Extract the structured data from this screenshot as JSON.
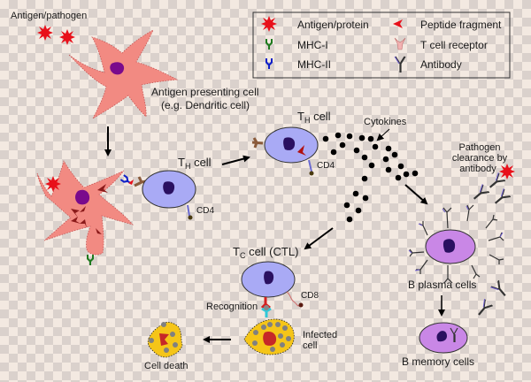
{
  "title": "Immune response overview",
  "legend": {
    "items": [
      {
        "icon": "antigen-protein-icon",
        "label": "Antigen/protein"
      },
      {
        "icon": "mhc-i-icon",
        "label": "MHC-I"
      },
      {
        "icon": "mhc-ii-icon",
        "label": "MHC-II"
      },
      {
        "icon": "peptide-fragment-icon",
        "label": "Peptide fragment"
      },
      {
        "icon": "t-cell-receptor-icon",
        "label": "T cell receptor"
      },
      {
        "icon": "antibody-icon",
        "label": "Antibody"
      }
    ]
  },
  "labels": {
    "antigen_pathogen": "Antigen/pathogen",
    "apc_line1": "Antigen presenting cell",
    "apc_line2": "(e.g. Dendritic cell)",
    "th_cell_1": {
      "main": "T",
      "sub": "H",
      "rest": " cell"
    },
    "th_cell_2": {
      "main": "T",
      "sub": "H",
      "rest": " cell"
    },
    "cd4_1": "CD4",
    "cd4_2": "CD4",
    "cytokines": "Cytokines",
    "tc_cell": {
      "main": "T",
      "sub": "C",
      "rest": " cell (CTL)"
    },
    "cd8": "CD8",
    "recognition": "Recognition",
    "infected_line1": "Infected",
    "infected_line2": "cell",
    "cell_death": "Cell death",
    "pathogen_clearance_line1": "Pathogen",
    "pathogen_clearance_line2": "clearance by",
    "pathogen_clearance_line3": "antibody",
    "b_plasma": "B plasma cells",
    "b_memory": "B memory cells"
  },
  "colors": {
    "apc": "#f28a82",
    "apc_nucleus": "#7a0a8c",
    "t_cell": "#a9aaf5",
    "t_nucleus": "#2a1060",
    "b_cell": "#c987e6",
    "infected": "#f5c518",
    "antigen": "#e8101a",
    "mhc_i": "#1f7a1f",
    "mhc_ii": "#1020c8",
    "peptide": "#b01010",
    "tcr": "#f2b2b2",
    "cytokine": "#000000"
  },
  "cytokine_count": 24
}
